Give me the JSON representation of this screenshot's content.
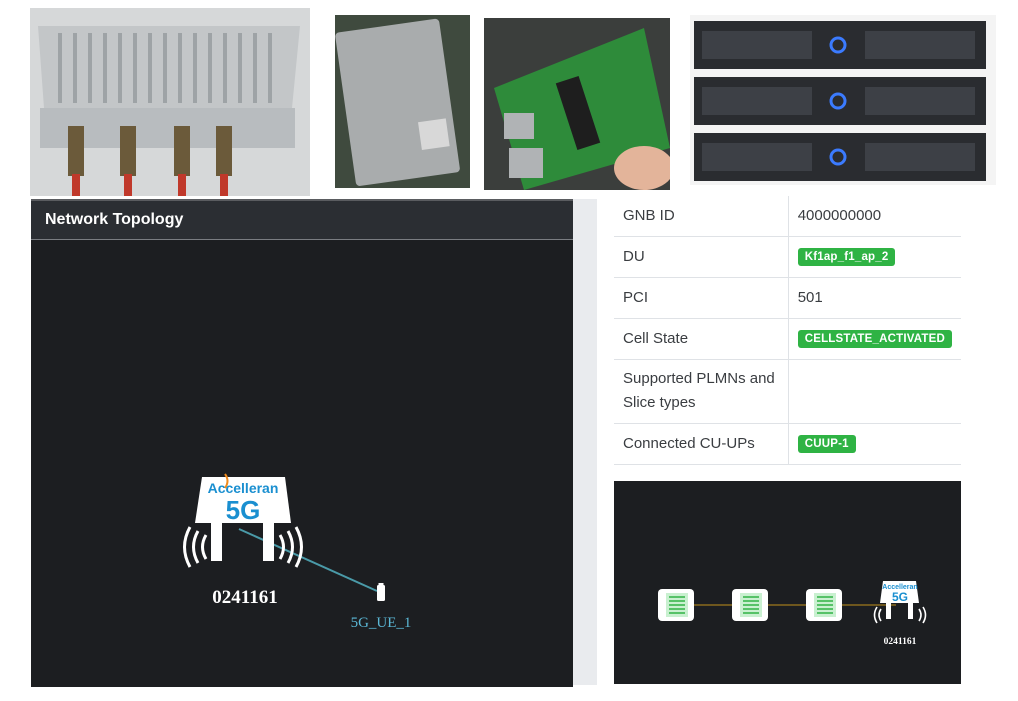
{
  "topology": {
    "title": "Network Topology",
    "radio_logo_text": "Accelleran",
    "radio_band": "5G",
    "radio_id": "0241161",
    "ue_label": "5G_UE_1"
  },
  "info_rows": [
    {
      "label": "GNB ID",
      "value": "4000000000",
      "badge": false
    },
    {
      "label": "DU",
      "value": "Kf1ap_f1_ap_2",
      "badge": true
    },
    {
      "label": "PCI",
      "value": "501",
      "badge": false
    },
    {
      "label": "Cell State",
      "value": "CELLSTATE_ACTIVATED",
      "badge": true
    },
    {
      "label": "Supported PLMNs and Slice types",
      "value": "",
      "badge": false
    },
    {
      "label": "Connected CU-UPs",
      "value": "CUUP-1",
      "badge": true
    }
  ],
  "mini_topology": {
    "radio_logo_text": "Accelleran",
    "radio_band": "5G",
    "radio_id": "0241161"
  },
  "colors": {
    "panel_bg": "#1c1e21",
    "header_bg": "#2b2e33",
    "badge_green": "#2fb344",
    "link_teal": "#4a9aa8",
    "ue_label_blue": "#5bb8d6",
    "logo_orange": "#f08a1c",
    "logo_blue": "#1a8fd0",
    "chain_link": "#8a6a1e"
  },
  "icons": [
    "radio-unit-icon",
    "wireless-signal-icon",
    "phone-icon",
    "server-node-icon"
  ]
}
